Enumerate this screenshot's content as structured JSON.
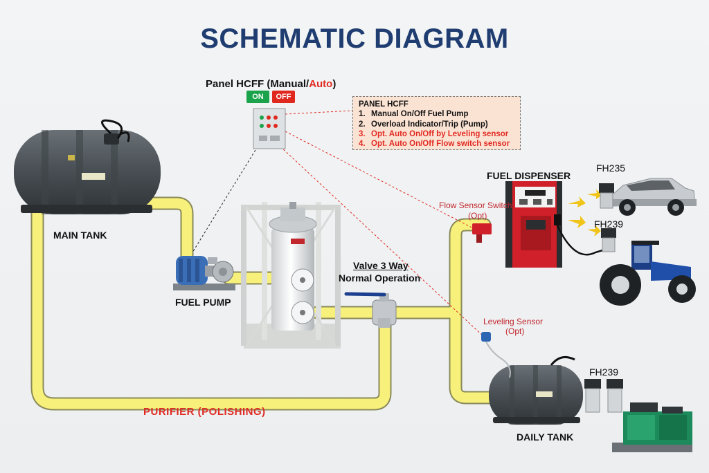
{
  "title": "SCHEMATIC DIAGRAM",
  "panel": {
    "title_prefix": "Panel HCFF (Manual/",
    "title_auto": "Auto",
    "title_suffix": ")",
    "on_label": "ON",
    "off_label": "OFF"
  },
  "panel_info": {
    "heading": "PANEL HCFF",
    "items": [
      {
        "num": "1.",
        "text": "Manual On/Off Fuel Pump",
        "color": "#111111"
      },
      {
        "num": "2.",
        "text": "Overload Indicator/Trip (Pump)",
        "color": "#111111"
      },
      {
        "num": "3.",
        "text": "Opt. Auto  On/Off by Leveling sensor",
        "color": "#e12a22"
      },
      {
        "num": "4.",
        "text": "Opt. Auto  On/Off Flow switch sensor",
        "color": "#e12a22"
      }
    ]
  },
  "labels": {
    "main_tank": "MAIN TANK",
    "fuel_pump": "FUEL PUMP",
    "valve_line1": "Valve 3 Way",
    "valve_line2": "Normal Operation",
    "fuel_dispenser": "FUEL DISPENSER",
    "flow_sensor_line1": "Flow Sensor Switch",
    "flow_sensor_line2": "(Opt)",
    "leveling_sensor_line1": "Leveling  Sensor",
    "leveling_sensor_line2": "(Opt)",
    "daily_tank": "DAILY TANK",
    "purifier": "PURIFIER  (POLISHING)",
    "fh235": "FH235",
    "fh239_tractor": "FH239",
    "fh239_genset": "FH239"
  },
  "colors": {
    "pipe": "#f7f07a",
    "pipe_edge": "#8a8a5a",
    "tank": "#4a5055",
    "title": "#1f3d70",
    "accent_red": "#e12a22",
    "dispenser_red": "#d0202a",
    "pump_blue": "#3a6fb8",
    "tractor_blue": "#1f4fa8",
    "truck_silver": "#c8ccd0",
    "genset_green": "#1c8a5a"
  },
  "icons": [
    "main-tank-icon",
    "fuel-pump-icon",
    "purifier-unit-icon",
    "control-panel-icon",
    "three-way-valve-icon",
    "fuel-dispenser-icon",
    "flow-sensor-icon",
    "leveling-sensor-icon",
    "daily-tank-icon",
    "pickup-truck-icon",
    "tractor-icon",
    "generator-icon",
    "filter-icon"
  ]
}
